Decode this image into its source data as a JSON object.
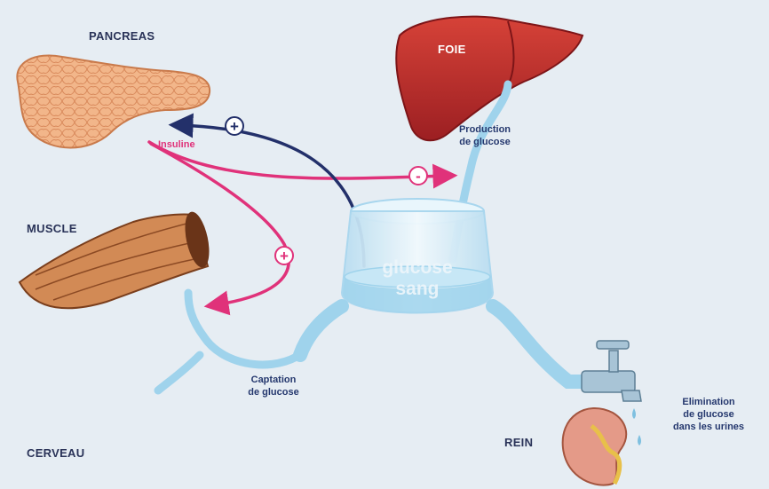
{
  "organs": {
    "pancreas": "PANCREAS",
    "liver": "FOIE",
    "muscle": "MUSCLE",
    "brain": "CERVEAU",
    "kidney": "REIN"
  },
  "labels": {
    "insulin": "Insuline",
    "production_l1": "Production",
    "production_l2": "de glucose",
    "captation_l1": "Captation",
    "captation_l2": "de glucose",
    "elimination_l1": "Elimination",
    "elimination_l2": "de glucose",
    "elimination_l3": "dans les urines"
  },
  "reservoir": {
    "line1": "glucose",
    "line2": "sang"
  },
  "signs": {
    "pancreas_feedback": "+",
    "liver_inhibition": "-",
    "muscle_uptake": "+"
  },
  "colors": {
    "background": "#e6edf3",
    "insulin_pink": "#e0327a",
    "feedback_navy": "#23306a",
    "glucose_blue": "#9fd3ec",
    "liver_red": "#b8262a",
    "pancreas_orange": "#f0b48a",
    "muscle_brown": "#c97d4a",
    "text_navy": "#2a3358"
  },
  "icons": [
    "pancreas-illustration",
    "liver-illustration",
    "muscle-illustration",
    "kidney-illustration",
    "faucet-icon",
    "water-drop-icon"
  ]
}
